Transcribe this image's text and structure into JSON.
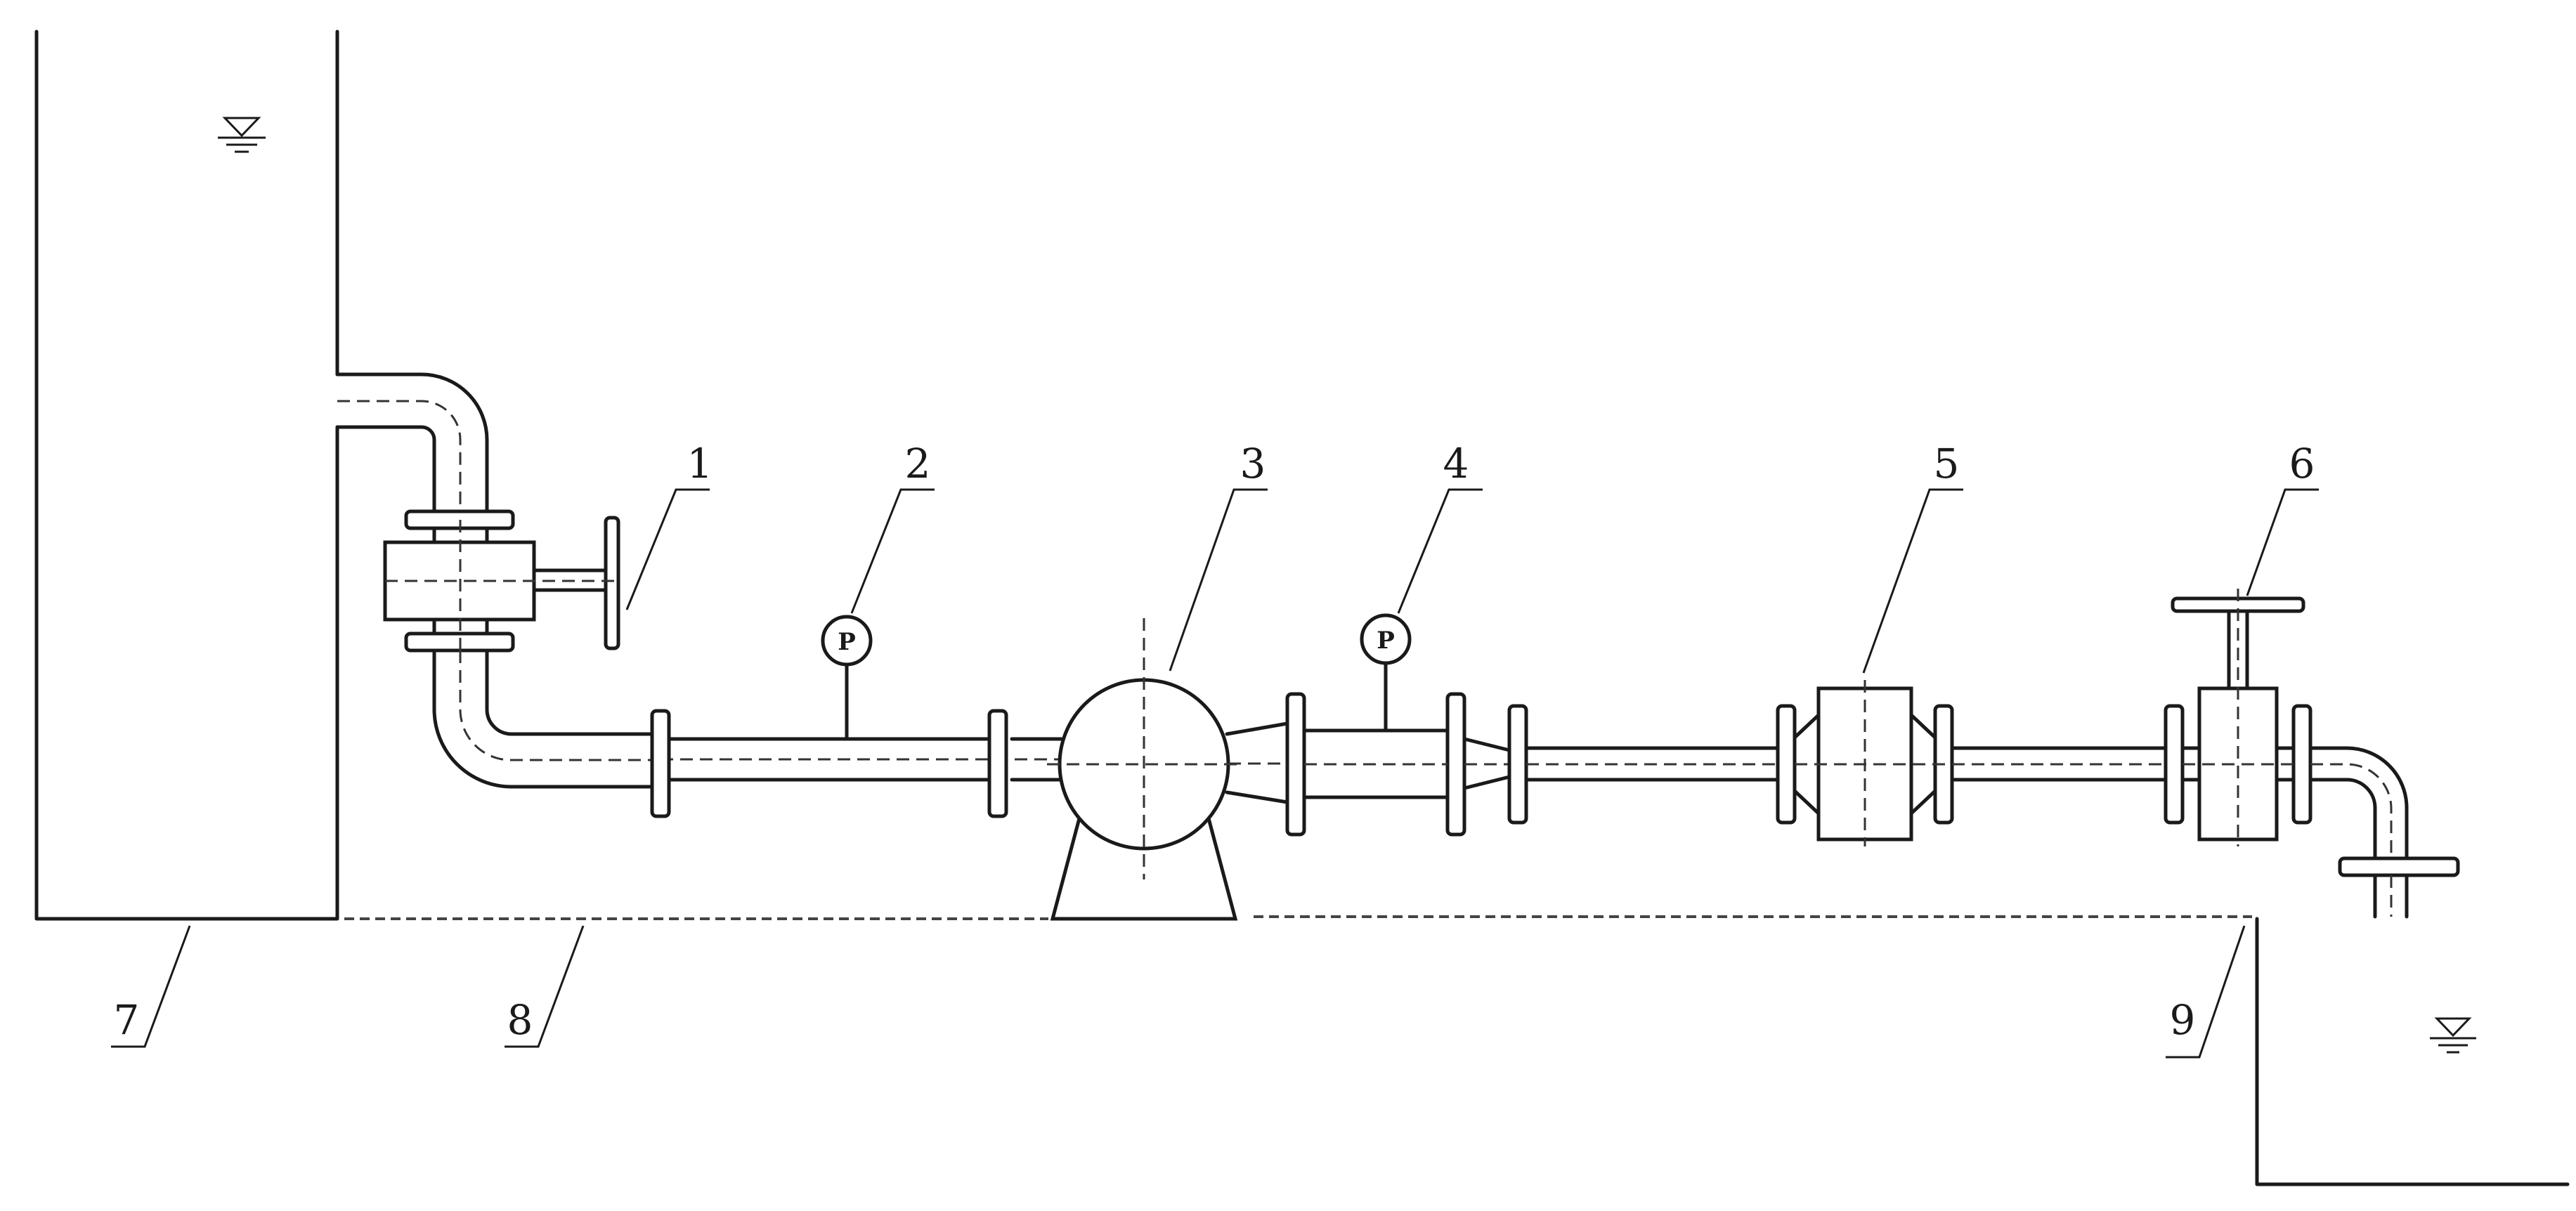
{
  "callouts": {
    "c1": "1",
    "c2": "2",
    "c3": "3",
    "c4": "4",
    "c5": "5",
    "c6": "6",
    "c7": "7",
    "c8": "8",
    "c9": "9"
  },
  "gauges": {
    "suction": "P",
    "discharge": "P"
  },
  "colors": {
    "line": "#1a1a1a",
    "background": "#ffffff"
  }
}
